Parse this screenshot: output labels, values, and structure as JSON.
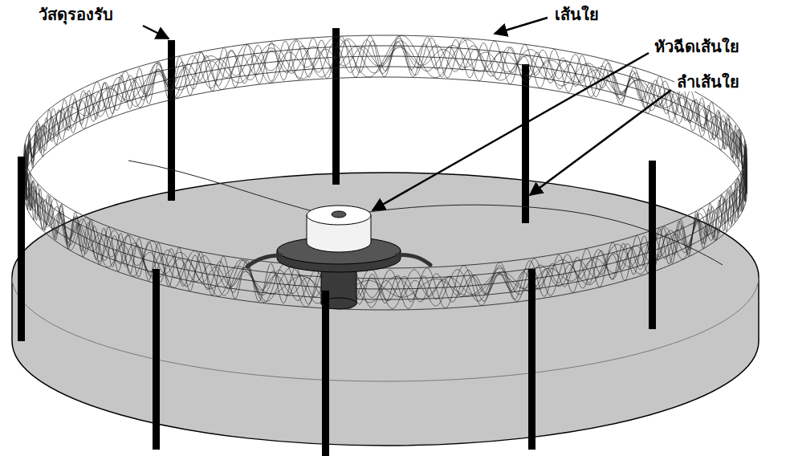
{
  "diagram": {
    "labels": [
      "วัสดุรองรับ",
      "เส้นใย",
      "หัวฉีดเส้นใย",
      "ลำเส้นใย"
    ]
  }
}
